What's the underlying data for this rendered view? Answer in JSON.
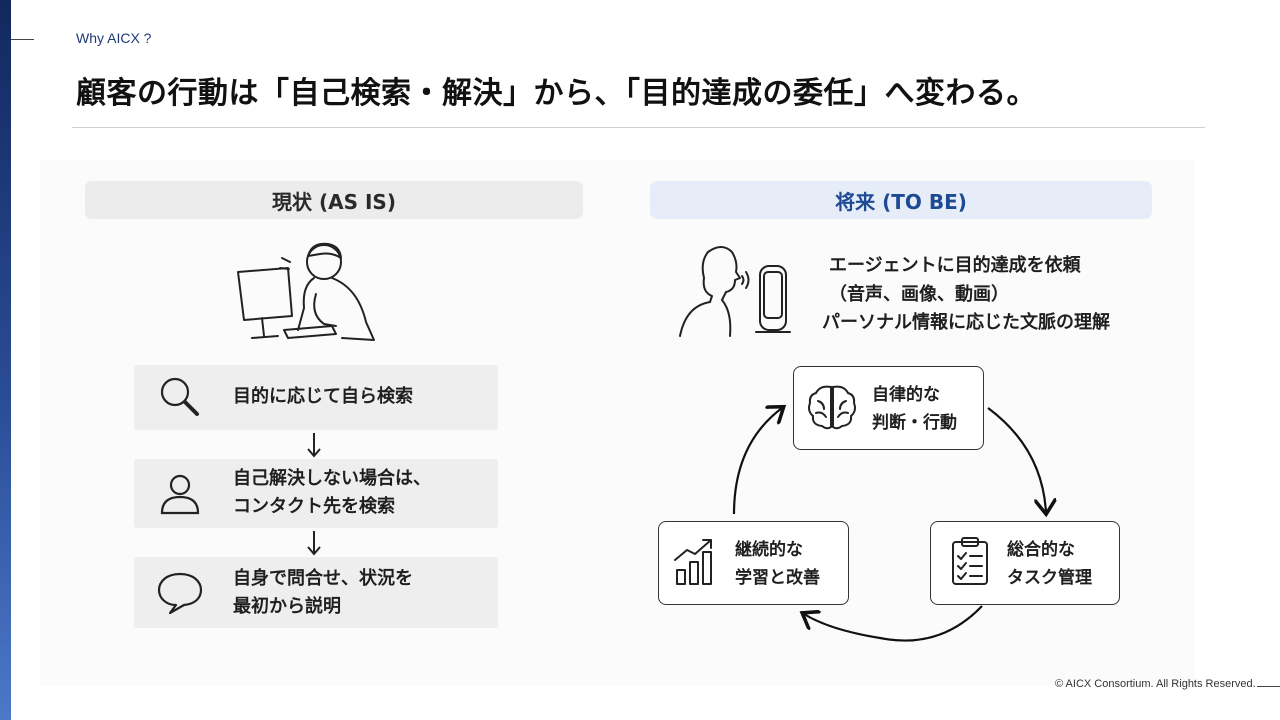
{
  "header": {
    "kicker": "Why AICX ?",
    "title": "顧客の行動は「自己検索・解決」から、「目的達成の委任」へ変わる。"
  },
  "as_is": {
    "label": "現状 (AS IS)",
    "steps": [
      {
        "line1": "目的に応じて自ら検索",
        "line2": "",
        "icon": "magnifier-icon"
      },
      {
        "line1": "自己解決しない場合は、",
        "line2": "コンタクト先を検索",
        "icon": "person-icon"
      },
      {
        "line1": "自身で問合せ、状況を",
        "line2": "最初から説明",
        "icon": "speech-bubble-icon"
      }
    ]
  },
  "to_be": {
    "label": "将来 (TO BE)",
    "request_lines": [
      "エージェントに目的達成を依頼",
      "（音声、画像、動画）",
      "パーソナル情報に応じた文脈の理解"
    ],
    "cycle": [
      {
        "line1": "自律的な",
        "line2": "判断・行動",
        "icon": "brain-icon"
      },
      {
        "line1": "総合的な",
        "line2": "タスク管理",
        "icon": "clipboard-checklist-icon"
      },
      {
        "line1": "継続的な",
        "line2": "学習と改善",
        "icon": "growth-chart-icon"
      }
    ]
  },
  "footer": {
    "copyright": "© AICX Consortium. All Rights Reserved."
  },
  "colors": {
    "accent_navy": "#1e3a78",
    "to_be_text": "#1d4a93",
    "to_be_bg": "#e6edf8",
    "as_is_bg": "#ececec"
  }
}
